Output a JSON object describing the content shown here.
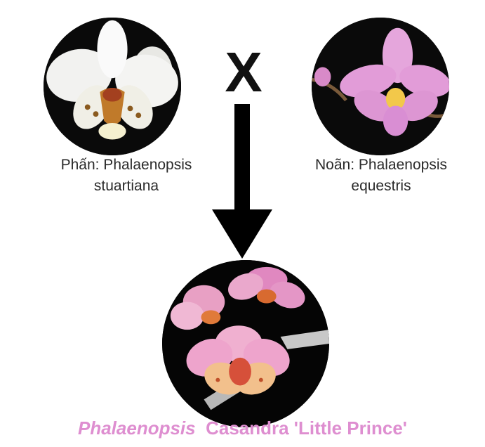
{
  "parent_pollen": {
    "text": "Phấn: Phalaenopsis stuartiana"
  },
  "parent_seed": {
    "text": "Noãn: Phalaenopsis equestris"
  },
  "cross_symbol": "X",
  "offspring": {
    "genus": "Phalaenopsis",
    "cultivar": "Casandra 'Little Prince'"
  },
  "colors": {
    "offspring_text": "#de8ed0",
    "circle_bg": "#050505",
    "arrow": "#000000"
  }
}
